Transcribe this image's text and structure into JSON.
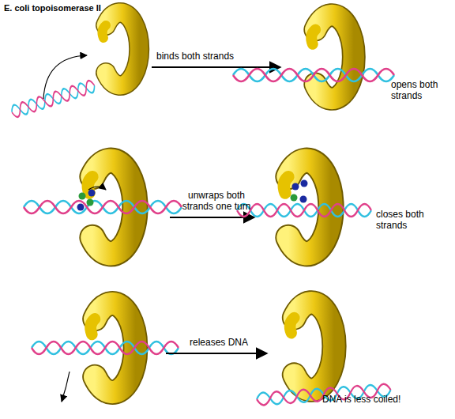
{
  "diagram": {
    "title": "E. coli topoisomerase II",
    "labels": [
      "binds both strands",
      "opens both strands",
      "unwraps both strands one turn",
      "closes both strands",
      "releases DNA",
      "DNA is less coiled!"
    ]
  }
}
